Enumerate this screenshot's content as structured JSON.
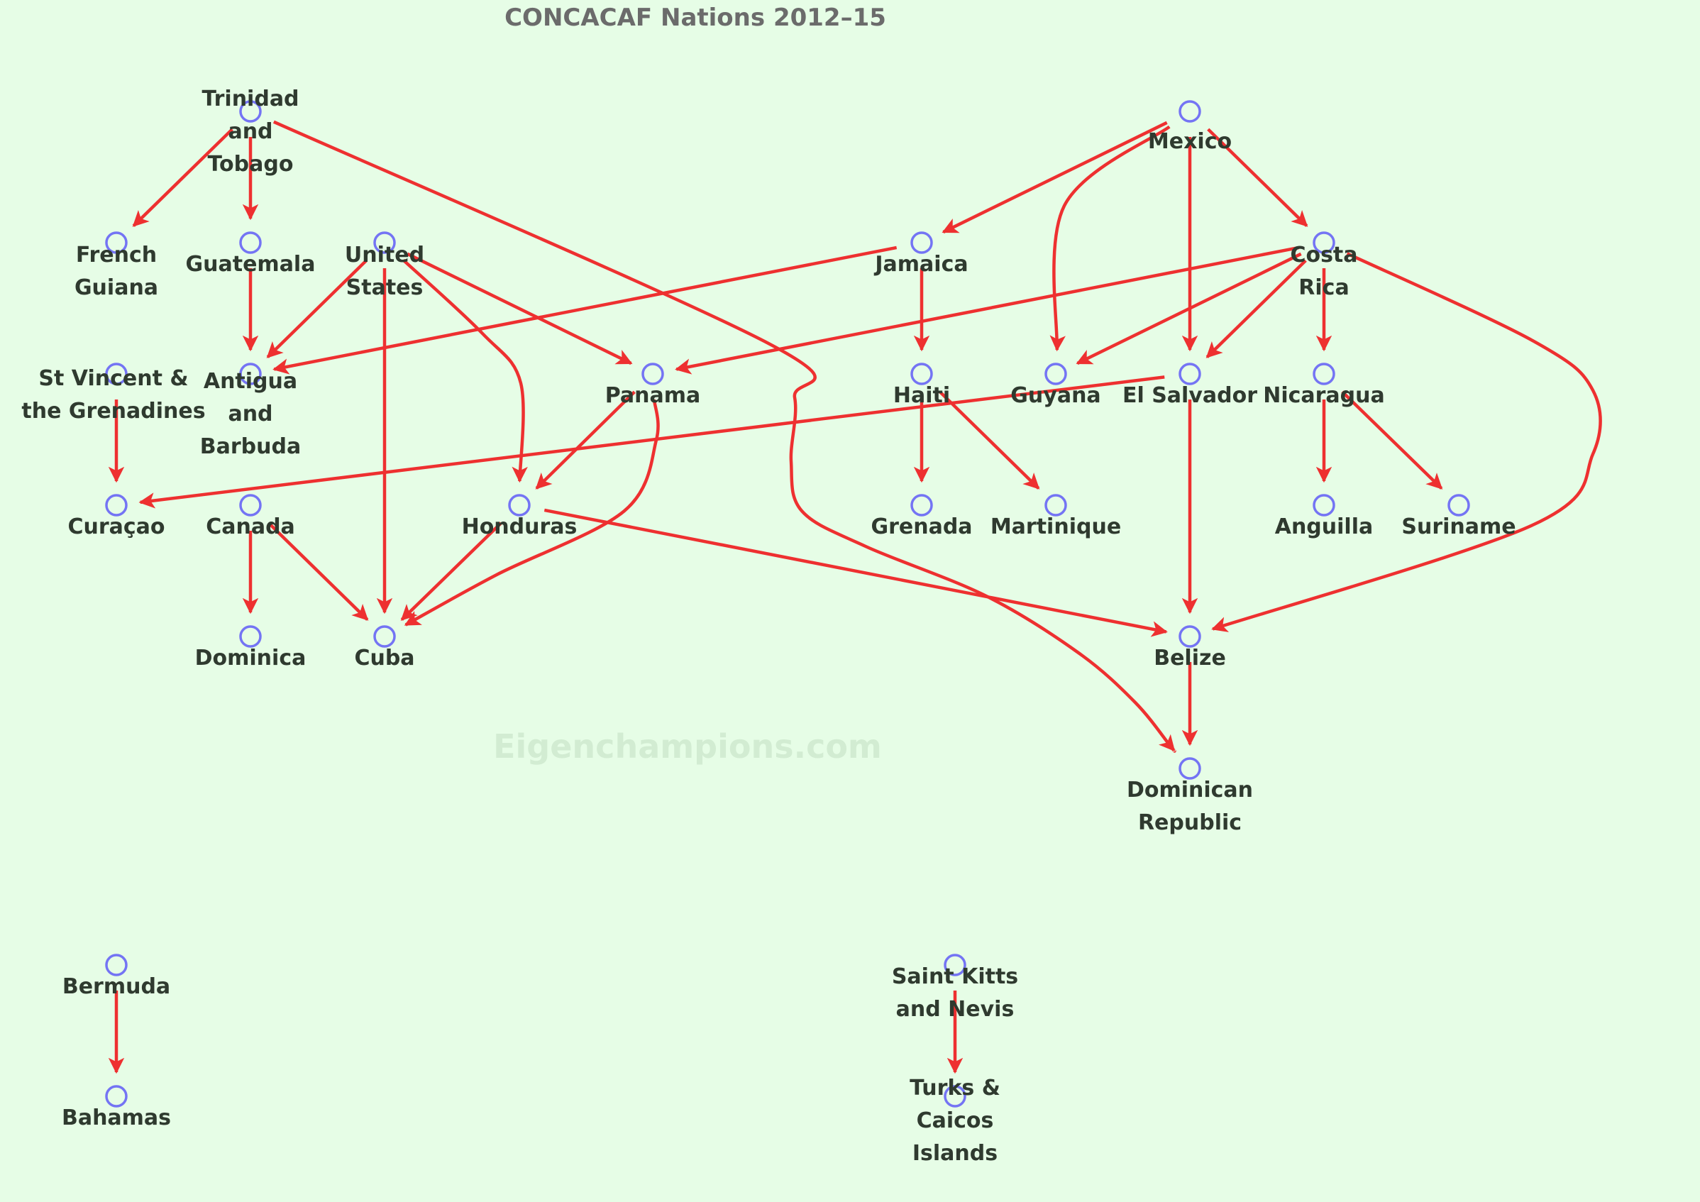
{
  "title": "CONCACAF Nations 2012–15",
  "watermark": "Eigenchampions.com",
  "colors": {
    "background": "#e6fde6",
    "node_stroke": "#7474f4",
    "edge": "#ee3030",
    "label": "#2f3a2f",
    "title": "#6b6b6b"
  },
  "nodes": [
    {
      "id": "trinidad",
      "label": "Trinidad and Tobago"
    },
    {
      "id": "french_guiana",
      "label": "French Guiana"
    },
    {
      "id": "guatemala",
      "label": "Guatemala"
    },
    {
      "id": "united_states",
      "label": "United States"
    },
    {
      "id": "antigua",
      "label": "Antigua and Barbuda"
    },
    {
      "id": "st_vincent",
      "label": "St Vincent & the Grenadines"
    },
    {
      "id": "curacao",
      "label": "Curaçao"
    },
    {
      "id": "canada",
      "label": "Canada"
    },
    {
      "id": "dominica",
      "label": "Dominica"
    },
    {
      "id": "cuba",
      "label": "Cuba"
    },
    {
      "id": "honduras",
      "label": "Honduras"
    },
    {
      "id": "panama",
      "label": "Panama"
    },
    {
      "id": "jamaica",
      "label": "Jamaica"
    },
    {
      "id": "haiti",
      "label": "Haiti"
    },
    {
      "id": "grenada",
      "label": "Grenada"
    },
    {
      "id": "martinique",
      "label": "Martinique"
    },
    {
      "id": "mexico",
      "label": "Mexico"
    },
    {
      "id": "guyana",
      "label": "Guyana"
    },
    {
      "id": "el_salvador",
      "label": "El Salvador"
    },
    {
      "id": "costa_rica",
      "label": "Costa Rica"
    },
    {
      "id": "nicaragua",
      "label": "Nicaragua"
    },
    {
      "id": "anguilla",
      "label": "Anguilla"
    },
    {
      "id": "suriname",
      "label": "Suriname"
    },
    {
      "id": "belize",
      "label": "Belize"
    },
    {
      "id": "dominican_republic",
      "label": "Dominican Republic"
    },
    {
      "id": "bermuda",
      "label": "Bermuda"
    },
    {
      "id": "bahamas",
      "label": "Bahamas"
    },
    {
      "id": "saint_kitts",
      "label": "Saint Kitts and Nevis"
    },
    {
      "id": "turks_caicos",
      "label": "Turks & Caicos Islands"
    }
  ],
  "edges": [
    {
      "from": "trinidad",
      "to": "french_guiana"
    },
    {
      "from": "trinidad",
      "to": "guatemala"
    },
    {
      "from": "trinidad",
      "to": "dominican_republic"
    },
    {
      "from": "guatemala",
      "to": "antigua"
    },
    {
      "from": "united_states",
      "to": "antigua"
    },
    {
      "from": "united_states",
      "to": "cuba"
    },
    {
      "from": "united_states",
      "to": "honduras"
    },
    {
      "from": "united_states",
      "to": "panama"
    },
    {
      "from": "st_vincent",
      "to": "curacao"
    },
    {
      "from": "canada",
      "to": "dominica"
    },
    {
      "from": "canada",
      "to": "cuba"
    },
    {
      "from": "honduras",
      "to": "cuba"
    },
    {
      "from": "honduras",
      "to": "belize"
    },
    {
      "from": "panama",
      "to": "honduras"
    },
    {
      "from": "panama",
      "to": "cuba"
    },
    {
      "from": "jamaica",
      "to": "antigua"
    },
    {
      "from": "jamaica",
      "to": "haiti"
    },
    {
      "from": "haiti",
      "to": "grenada"
    },
    {
      "from": "haiti",
      "to": "martinique"
    },
    {
      "from": "mexico",
      "to": "jamaica"
    },
    {
      "from": "mexico",
      "to": "guyana"
    },
    {
      "from": "mexico",
      "to": "el_salvador"
    },
    {
      "from": "mexico",
      "to": "costa_rica"
    },
    {
      "from": "costa_rica",
      "to": "panama"
    },
    {
      "from": "costa_rica",
      "to": "guyana"
    },
    {
      "from": "costa_rica",
      "to": "el_salvador"
    },
    {
      "from": "costa_rica",
      "to": "nicaragua"
    },
    {
      "from": "costa_rica",
      "to": "belize"
    },
    {
      "from": "el_salvador",
      "to": "curacao"
    },
    {
      "from": "el_salvador",
      "to": "belize"
    },
    {
      "from": "nicaragua",
      "to": "anguilla"
    },
    {
      "from": "nicaragua",
      "to": "suriname"
    },
    {
      "from": "belize",
      "to": "dominican_republic"
    },
    {
      "from": "bermuda",
      "to": "bahamas"
    },
    {
      "from": "saint_kitts",
      "to": "turks_caicos"
    }
  ]
}
